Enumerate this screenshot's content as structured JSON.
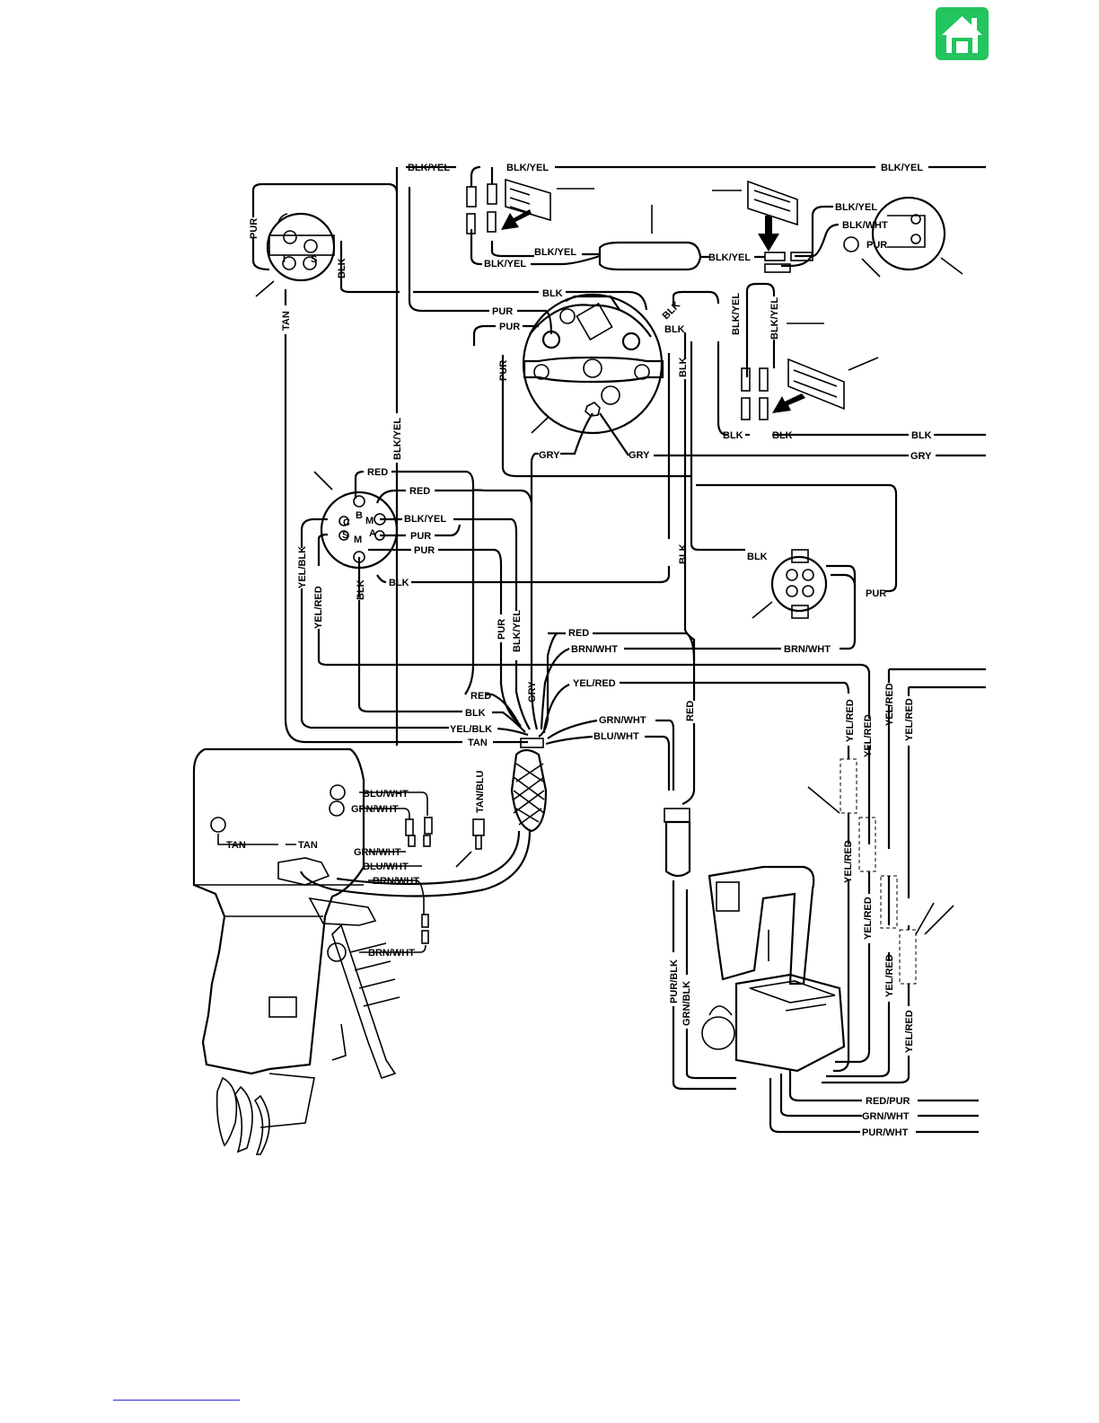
{
  "home_button": {
    "icon": "home-icon",
    "color": "#22c55e"
  },
  "wire_labels": {
    "blk_yel_1": "BLK/YEL",
    "blk_yel_2": "BLK/YEL",
    "blk_yel_3": "BLK/YEL",
    "blk_yel_4": "BLK/YEL",
    "blk_yel_5": "BLK/YEL",
    "blk_yel_6": "BLK/YEL",
    "blk_yel_7": "BLK/YEL",
    "blk_wht_1": "BLK/WHT",
    "pur_1": "PUR",
    "pur_2": "PUR",
    "pur_3": "PUR",
    "pur_4": "PUR",
    "pur_5": "PUR",
    "pur_6": "PUR",
    "pur_7": "PUR",
    "pur_8": "PUR",
    "pur_9": "PUR",
    "blk_1": "BLK",
    "blk_2": "BLK",
    "blk_3": "BLK",
    "blk_4": "BLK",
    "blk_5": "BLK",
    "blk_6": "BLK",
    "blk_7": "BLK",
    "blk_8": "BLK",
    "blk_9": "BLK",
    "blk_10": "BLK",
    "blk_11": "BLK",
    "tan_1": "TAN",
    "tan_2": "TAN",
    "tan_3": "TAN",
    "tan_4": "TAN",
    "gry_1": "GRY",
    "gry_2": "GRY",
    "gry_3": "GRY",
    "gry_4": "GRY",
    "red_1": "RED",
    "red_2": "RED",
    "red_3": "RED",
    "red_4": "RED",
    "red_5": "RED",
    "yel_blk_1": "YEL/BLK",
    "yel_blk_2": "YEL/BLK",
    "yel_red_1": "YEL/RED",
    "yel_red_2": "YEL/RED",
    "yel_red_3": "YEL/RED",
    "yel_red_4": "YEL/RED",
    "yel_red_5": "YEL/RED",
    "yel_red_6": "YEL/RED",
    "yel_red_7": "YEL/RED",
    "yel_red_8": "YEL/RED",
    "yel_red_9": "YEL/RED",
    "yel_red_10": "YEL/RED",
    "brn_wht_1": "BRN/WHT",
    "brn_wht_2": "BRN/WHT",
    "brn_wht_3": "BRN/WHT",
    "brn_wht_4": "BRN/WHT",
    "grn_wht_1": "GRN/WHT",
    "grn_wht_2": "GRN/WHT",
    "grn_wht_3": "GRN/WHT",
    "grn_wht_4": "GRN/WHT",
    "blu_wht_1": "BLU/WHT",
    "blu_wht_2": "BLU/WHT",
    "blu_wht_3": "BLU/WHT",
    "tan_blu_1": "TAN/BLU",
    "pur_blk_1": "PUR/BLK",
    "grn_blk_1": "GRN/BLK",
    "red_pur_1": "RED/PUR",
    "pur_wht_1": "PUR/WHT"
  },
  "terminal_letters": {
    "b": "B",
    "c": "C",
    "m1": "M",
    "a": "A",
    "s": "S",
    "m2": "M",
    "i": "I",
    "s2": "S"
  }
}
